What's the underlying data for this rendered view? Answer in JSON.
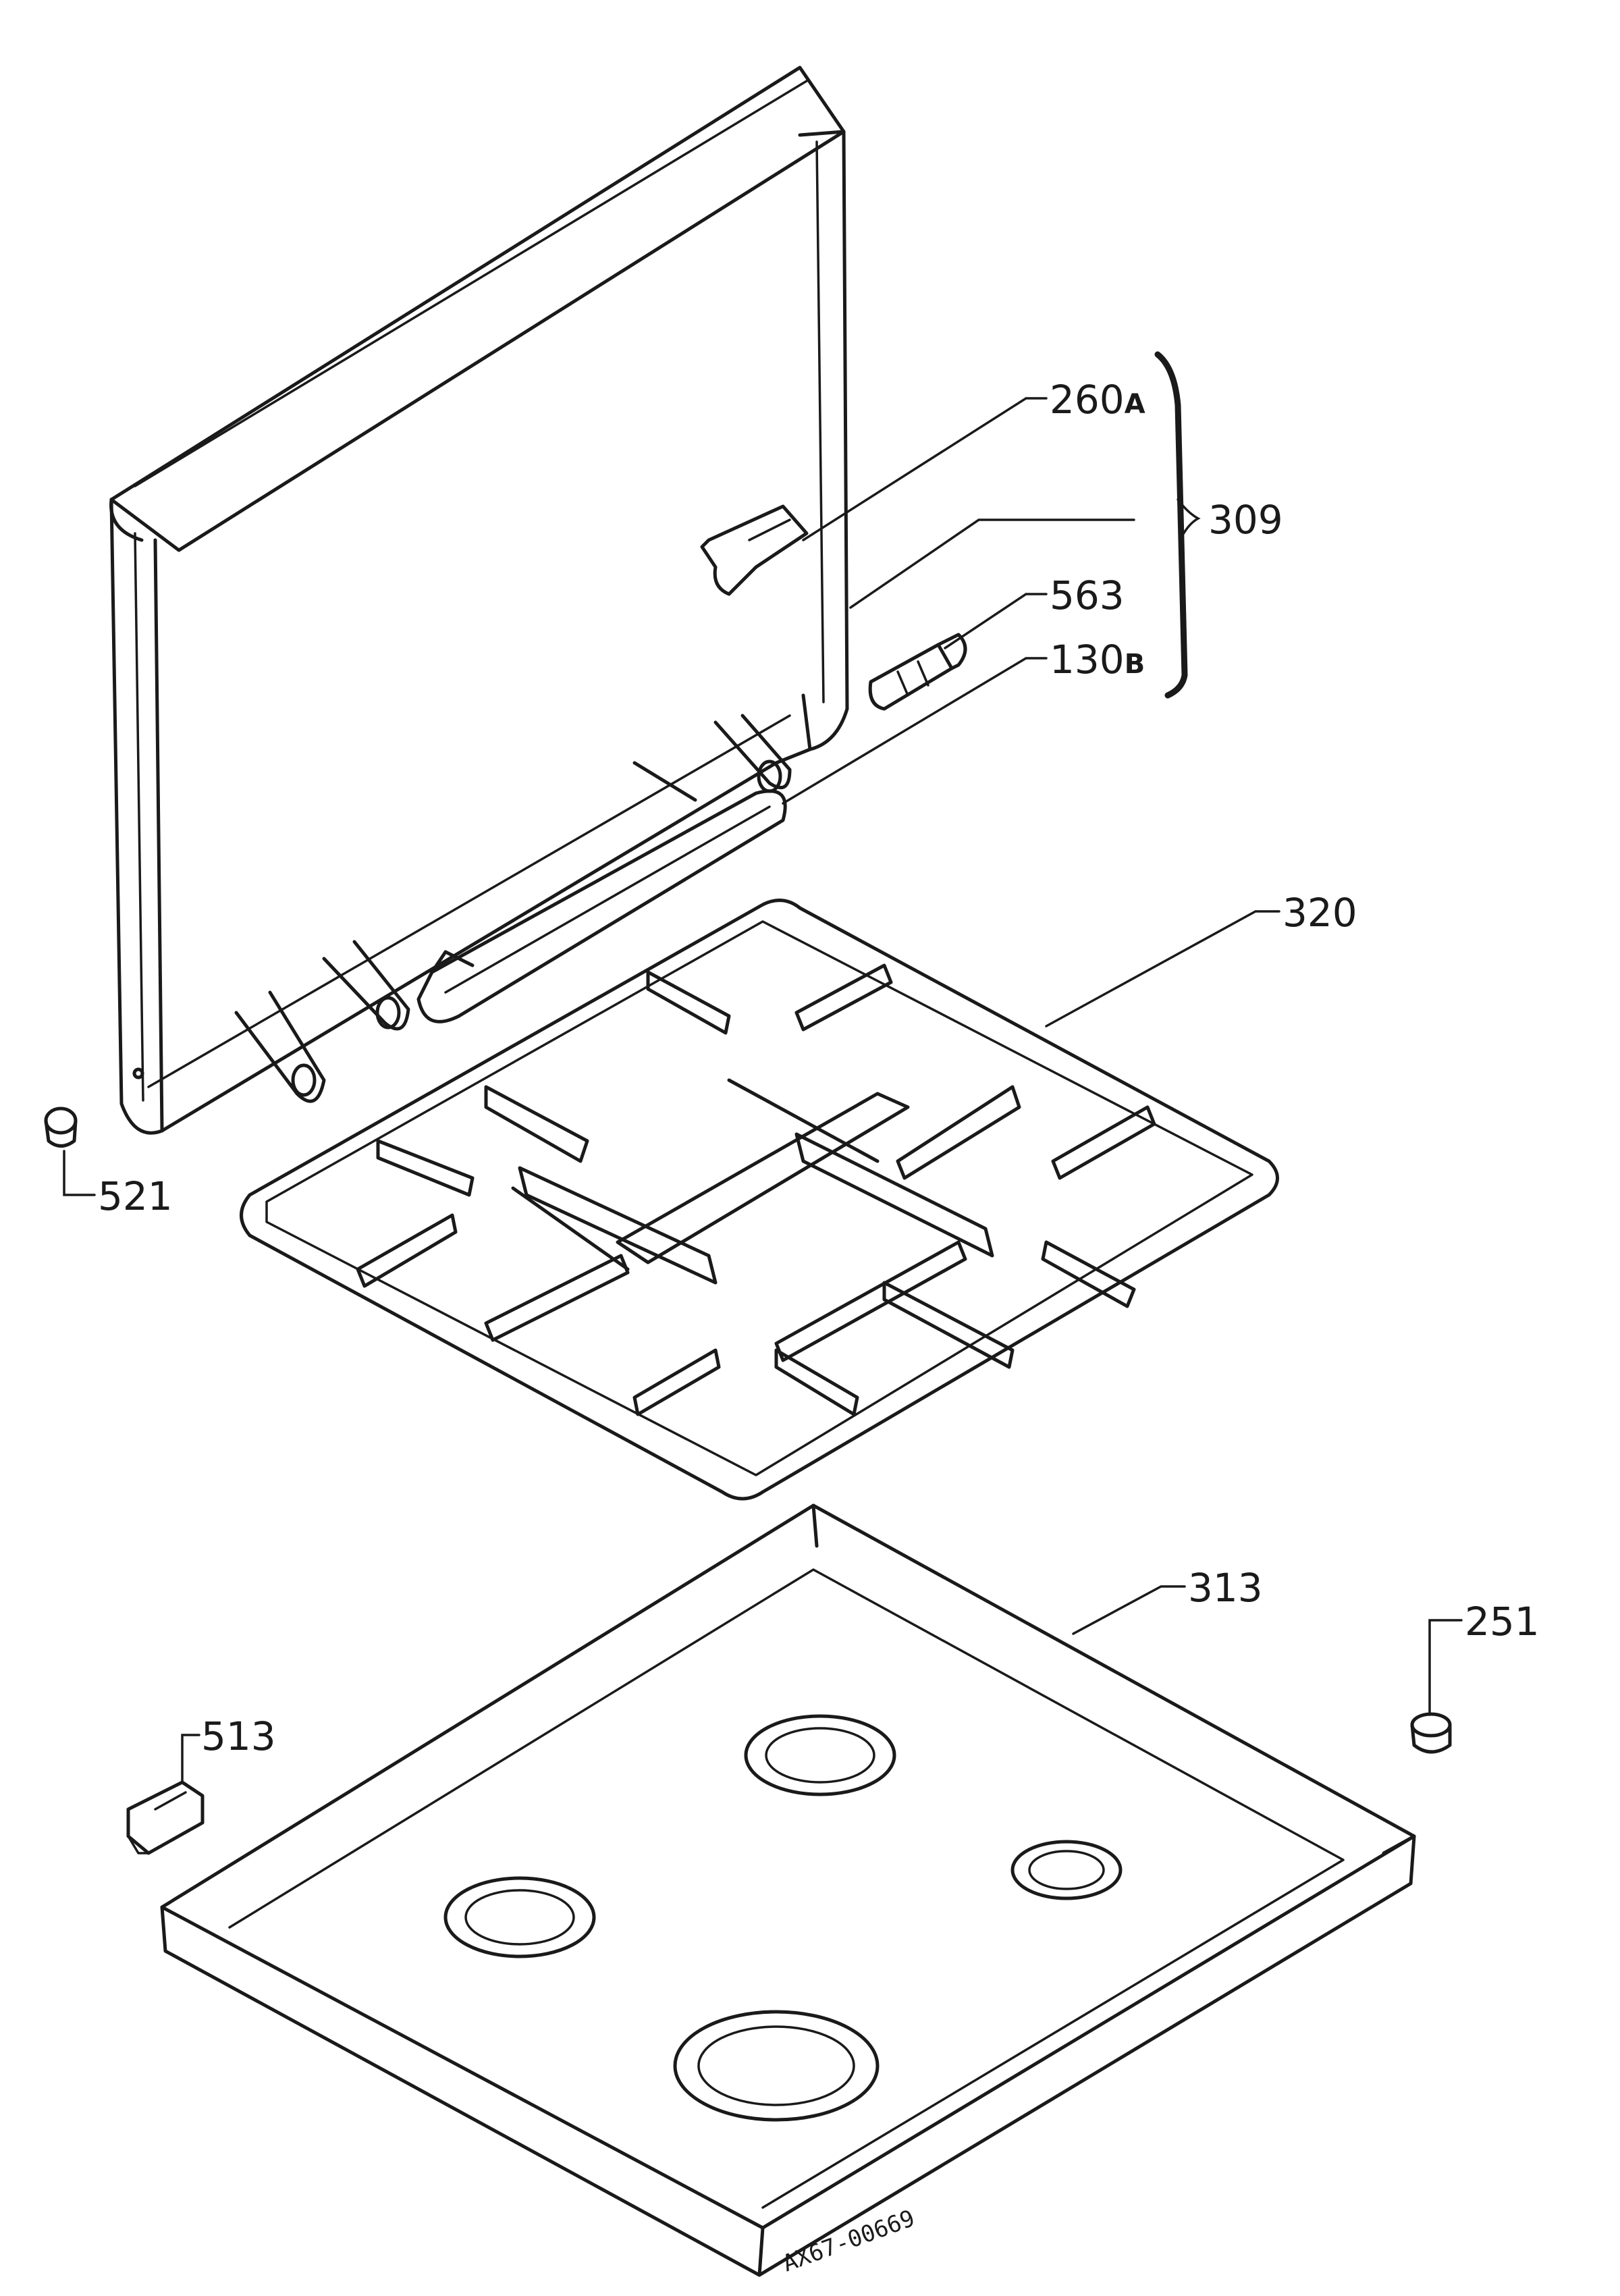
{
  "labels": {
    "p260": "260",
    "p260_suffix": "A",
    "p309": "309",
    "p563": "563",
    "p130": "130",
    "p130_suffix": "B",
    "p320": "320",
    "p521": "521",
    "p313": "313",
    "p251": "251",
    "p513": "513"
  },
  "drawing_ref": "AX67-00669",
  "colors": {
    "ink": "#1a1a1a",
    "paper": "#ffffff"
  }
}
